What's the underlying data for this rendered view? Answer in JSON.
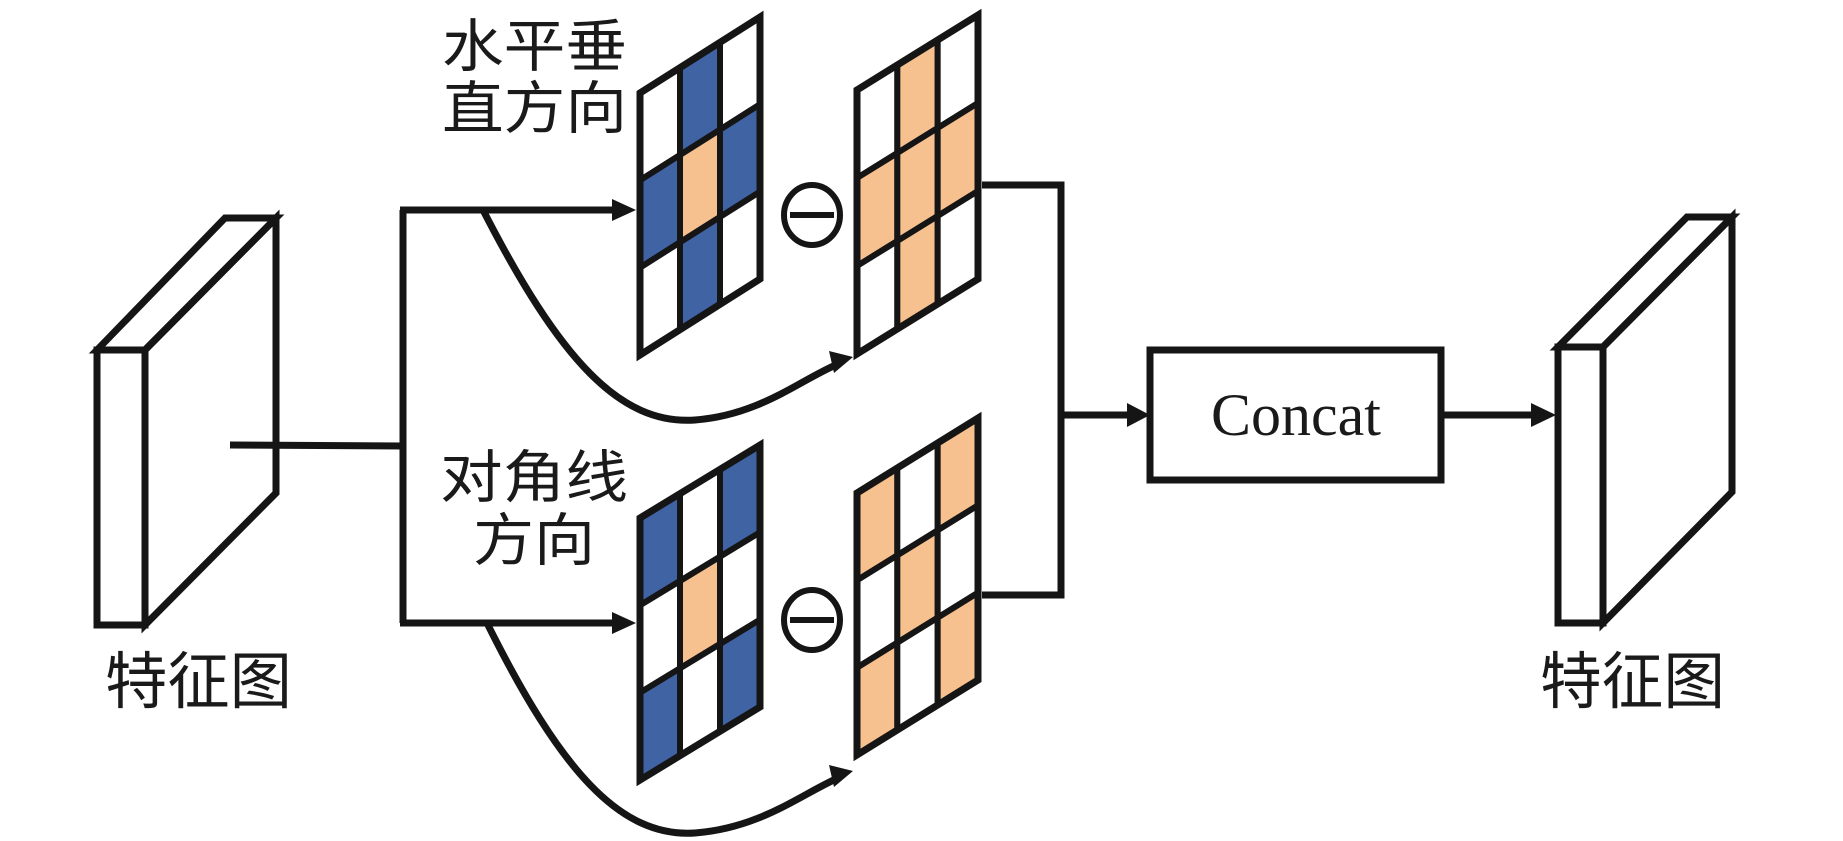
{
  "diagram": {
    "input_label": "特征图",
    "output_label": "特征图",
    "concat_label": "Concat",
    "branches": [
      {
        "label_line1": "水平垂",
        "label_line2": "直方向",
        "operator": "⊖",
        "kernel_pattern": [
          [
            "w",
            "b",
            "w"
          ],
          [
            "b",
            "o",
            "b"
          ],
          [
            "w",
            "b",
            "w"
          ]
        ],
        "result_pattern": [
          [
            "w",
            "o",
            "w"
          ],
          [
            "o",
            "o",
            "o"
          ],
          [
            "w",
            "o",
            "w"
          ]
        ]
      },
      {
        "label_line1": "对角线",
        "label_line2": "方向",
        "operator": "⊖",
        "kernel_pattern": [
          [
            "b",
            "w",
            "b"
          ],
          [
            "w",
            "o",
            "w"
          ],
          [
            "b",
            "w",
            "b"
          ]
        ],
        "result_pattern": [
          [
            "o",
            "w",
            "o"
          ],
          [
            "w",
            "o",
            "w"
          ],
          [
            "o",
            "w",
            "o"
          ]
        ]
      }
    ],
    "colors": {
      "b": "#4063A4",
      "o": "#F6C08F",
      "w": "#FFFFFF",
      "stroke": "#151515",
      "feature_face": "#C7BFBB",
      "feature_edge": "#F6F4F2"
    }
  }
}
